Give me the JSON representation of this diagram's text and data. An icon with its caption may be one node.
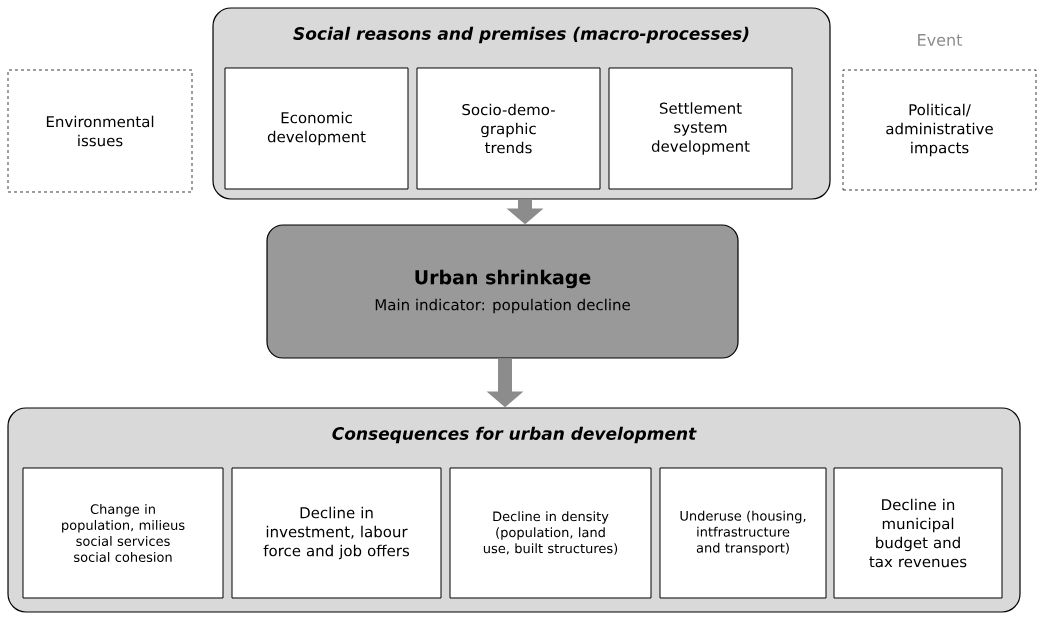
{
  "diagram": {
    "nodes": [
      {
        "text": [
          "Environmental issues"
        ]
      },
      {
        "text": [
          "Social reasons and premises (macro-processes)"
        ]
      },
      {
        "text": [
          "Economic development"
        ],
        "in": 1
      },
      {
        "text": [
          "Socio-demo-graphic trends"
        ],
        "in": 1
      },
      {
        "text": [
          "Settlement system development"
        ],
        "in": 1
      },
      {
        "text": [
          "Political/ administrative impacts"
        ],
        "beside": [
          "Event"
        ]
      },
      {
        "text": [
          "Urban shrinkage",
          "Main indicator: population decline"
        ]
      },
      {
        "text": [
          "Consequences for urban development"
        ]
      },
      {
        "text": [
          "Change in population, milieus social services social cohesion"
        ],
        "in": 7
      },
      {
        "text": [
          "Decline in investment, labour force and job offers"
        ],
        "in": 7
      },
      {
        "text": [
          "Decline in density (population, land use, built structures)"
        ],
        "in": 7
      },
      {
        "text": [
          "Underuse (housing, intfrastructure and transport)"
        ],
        "in": 7
      },
      {
        "text": [
          "Decline in municipal budget and tax revenues"
        ],
        "in": 7
      }
    ],
    "edges": [
      {
        "from": 1,
        "to": 6,
        "arrow": "to"
      },
      {
        "from": 6,
        "to": 7,
        "arrow": "to"
      }
    ]
  }
}
